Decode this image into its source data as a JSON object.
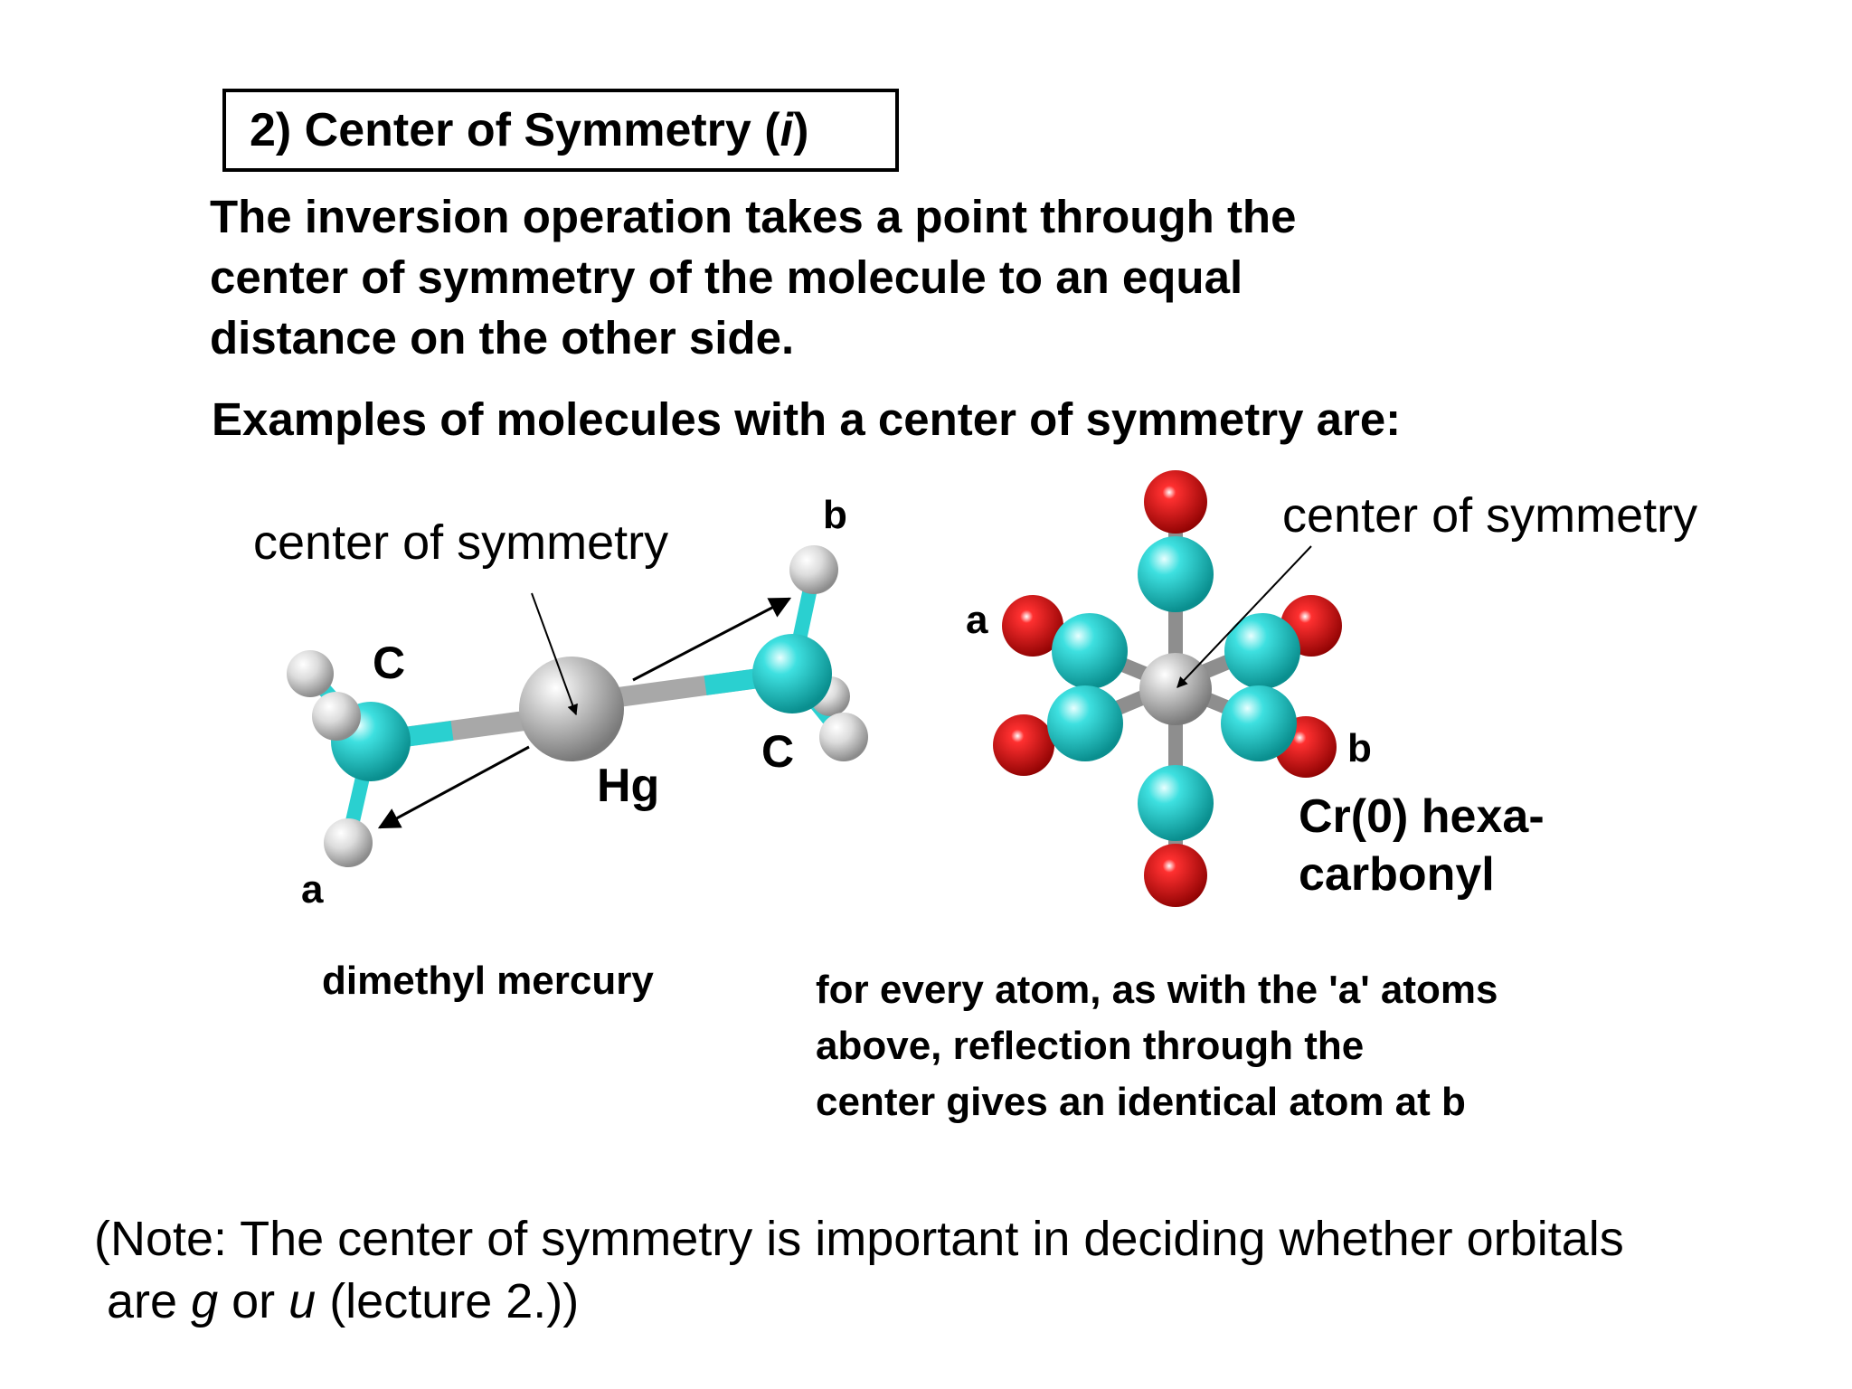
{
  "title": {
    "prefix": "2) Center of Symmetry (",
    "symbol": "i",
    "suffix": ")"
  },
  "intro_lines": [
    "The inversion operation takes a point through the",
    "center of symmetry of the molecule to an equal",
    "distance on the other side."
  ],
  "examples_heading": "Examples of molecules with a center of symmetry are:",
  "left_molecule": {
    "center_label": "center of symmetry",
    "label_b": "b",
    "label_a": "a",
    "carbon_label_left": "C",
    "carbon_label_right": "C",
    "metal_label": "Hg",
    "caption": "dimethyl mercury"
  },
  "right_molecule": {
    "center_label": "center of symmetry",
    "label_a": "a",
    "label_b": "b",
    "name_line1": "Cr(0) hexa-",
    "name_line2": "carbonyl",
    "caption_lines": [
      "for every atom, as with the 'a' atoms",
      "above, reflection through the",
      "center gives an identical atom at b"
    ]
  },
  "note": {
    "line1": "(Note: The center of symmetry is important in deciding whether orbitals",
    "line2_pre": "are ",
    "line2_g": "g",
    "line2_mid": " or ",
    "line2_u": "u",
    "line2_post": " (lecture 2.))"
  },
  "colors": {
    "carbon": "#1fc6c6",
    "oxygen": "#d40000",
    "hydrogen": "#dcdcdc",
    "metal": "#b8b8b8",
    "bond": "#a8a8a8"
  }
}
